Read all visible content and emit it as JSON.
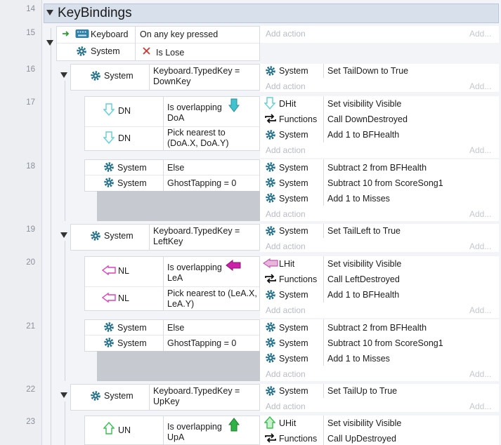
{
  "group": {
    "title": "KeyBindings",
    "line": "14"
  },
  "lines": [
    "14",
    "15",
    "16",
    "17",
    "18",
    "19",
    "20",
    "21",
    "22",
    "23"
  ],
  "common": {
    "system": "System",
    "functions": "Functions",
    "add_action": "Add action",
    "add": "Add...",
    "else": "Else",
    "ghost": "GhostTapping = 0"
  },
  "ev15": {
    "c1_obj": "Keyboard",
    "c1_text": "On any key pressed",
    "c2_obj": "System",
    "c2_text": "Is Lose"
  },
  "ev16": {
    "cond": "Keyboard.TypedKey = DownKey",
    "act": "Set TailDown to True"
  },
  "ev17": {
    "obj": "DN",
    "c1": "Is overlapping DoA",
    "c2": "Pick nearest to (DoA.X, DoA.Y)",
    "a1_obj": "DHit",
    "a1": "Set visibility Visible",
    "a2": "Call DownDestroyed",
    "a3": "Add 1 to BFHealth"
  },
  "ev18": {
    "a1": "Subtract 2 from BFHealth",
    "a2": "Subtract 10 from ScoreSong1",
    "a3": "Add 1 to Misses"
  },
  "ev19": {
    "cond": "Keyboard.TypedKey = LeftKey",
    "act": "Set TailLeft to True"
  },
  "ev20": {
    "obj": "NL",
    "c1": "Is overlapping LeA",
    "c2": "Pick nearest to (LeA.X, LeA.Y)",
    "a1_obj": "LHit",
    "a1": "Set visibility Visible",
    "a2": "Call LeftDestroyed",
    "a3": "Add 1 to BFHealth"
  },
  "ev21": {
    "a1": "Subtract 2 from BFHealth",
    "a2": "Subtract 10 from ScoreSong1",
    "a3": "Add 1 to Misses"
  },
  "ev22": {
    "cond": "Keyboard.TypedKey = UpKey",
    "act": "Set TailUp to True"
  },
  "ev23": {
    "obj": "UN",
    "c1": "Is overlapping UpA",
    "a1_obj": "UHit",
    "a1": "Set visibility Visible",
    "a2": "Call UpDestroyed"
  },
  "colors": {
    "down_arrow": "#5ed0d8",
    "left_arrow": "#e23fc0",
    "up_arrow": "#33c24a",
    "gear": "#1f6f8b",
    "x_red": "#e03030",
    "arrow_green": "#2aa02a"
  }
}
